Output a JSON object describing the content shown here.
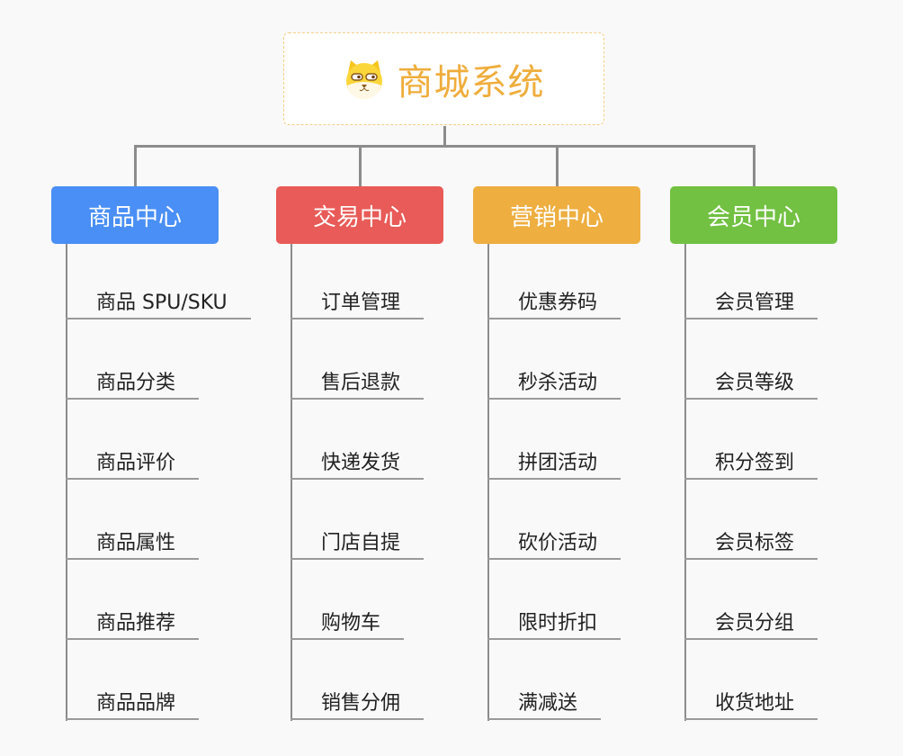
{
  "root": {
    "title": "商城系统",
    "icon": "shiba-dog-icon",
    "color": "#efad3c"
  },
  "categories": [
    {
      "label": "商品中心",
      "color": "#4a8ff5",
      "items": [
        "商品 SPU/SKU",
        "商品分类",
        "商品评价",
        "商品属性",
        "商品推荐",
        "商品品牌"
      ]
    },
    {
      "label": "交易中心",
      "color": "#e85b58",
      "items": [
        "订单管理",
        "售后退款",
        "快递发货",
        "门店自提",
        "购物车",
        "销售分佣"
      ]
    },
    {
      "label": "营销中心",
      "color": "#eeae40",
      "items": [
        "优惠券码",
        "秒杀活动",
        "拼团活动",
        "砍价活动",
        "限时折扣",
        "满减送"
      ]
    },
    {
      "label": "会员中心",
      "color": "#72c142",
      "items": [
        "会员管理",
        "会员等级",
        "积分签到",
        "会员标签",
        "会员分组",
        "收货地址"
      ]
    }
  ]
}
